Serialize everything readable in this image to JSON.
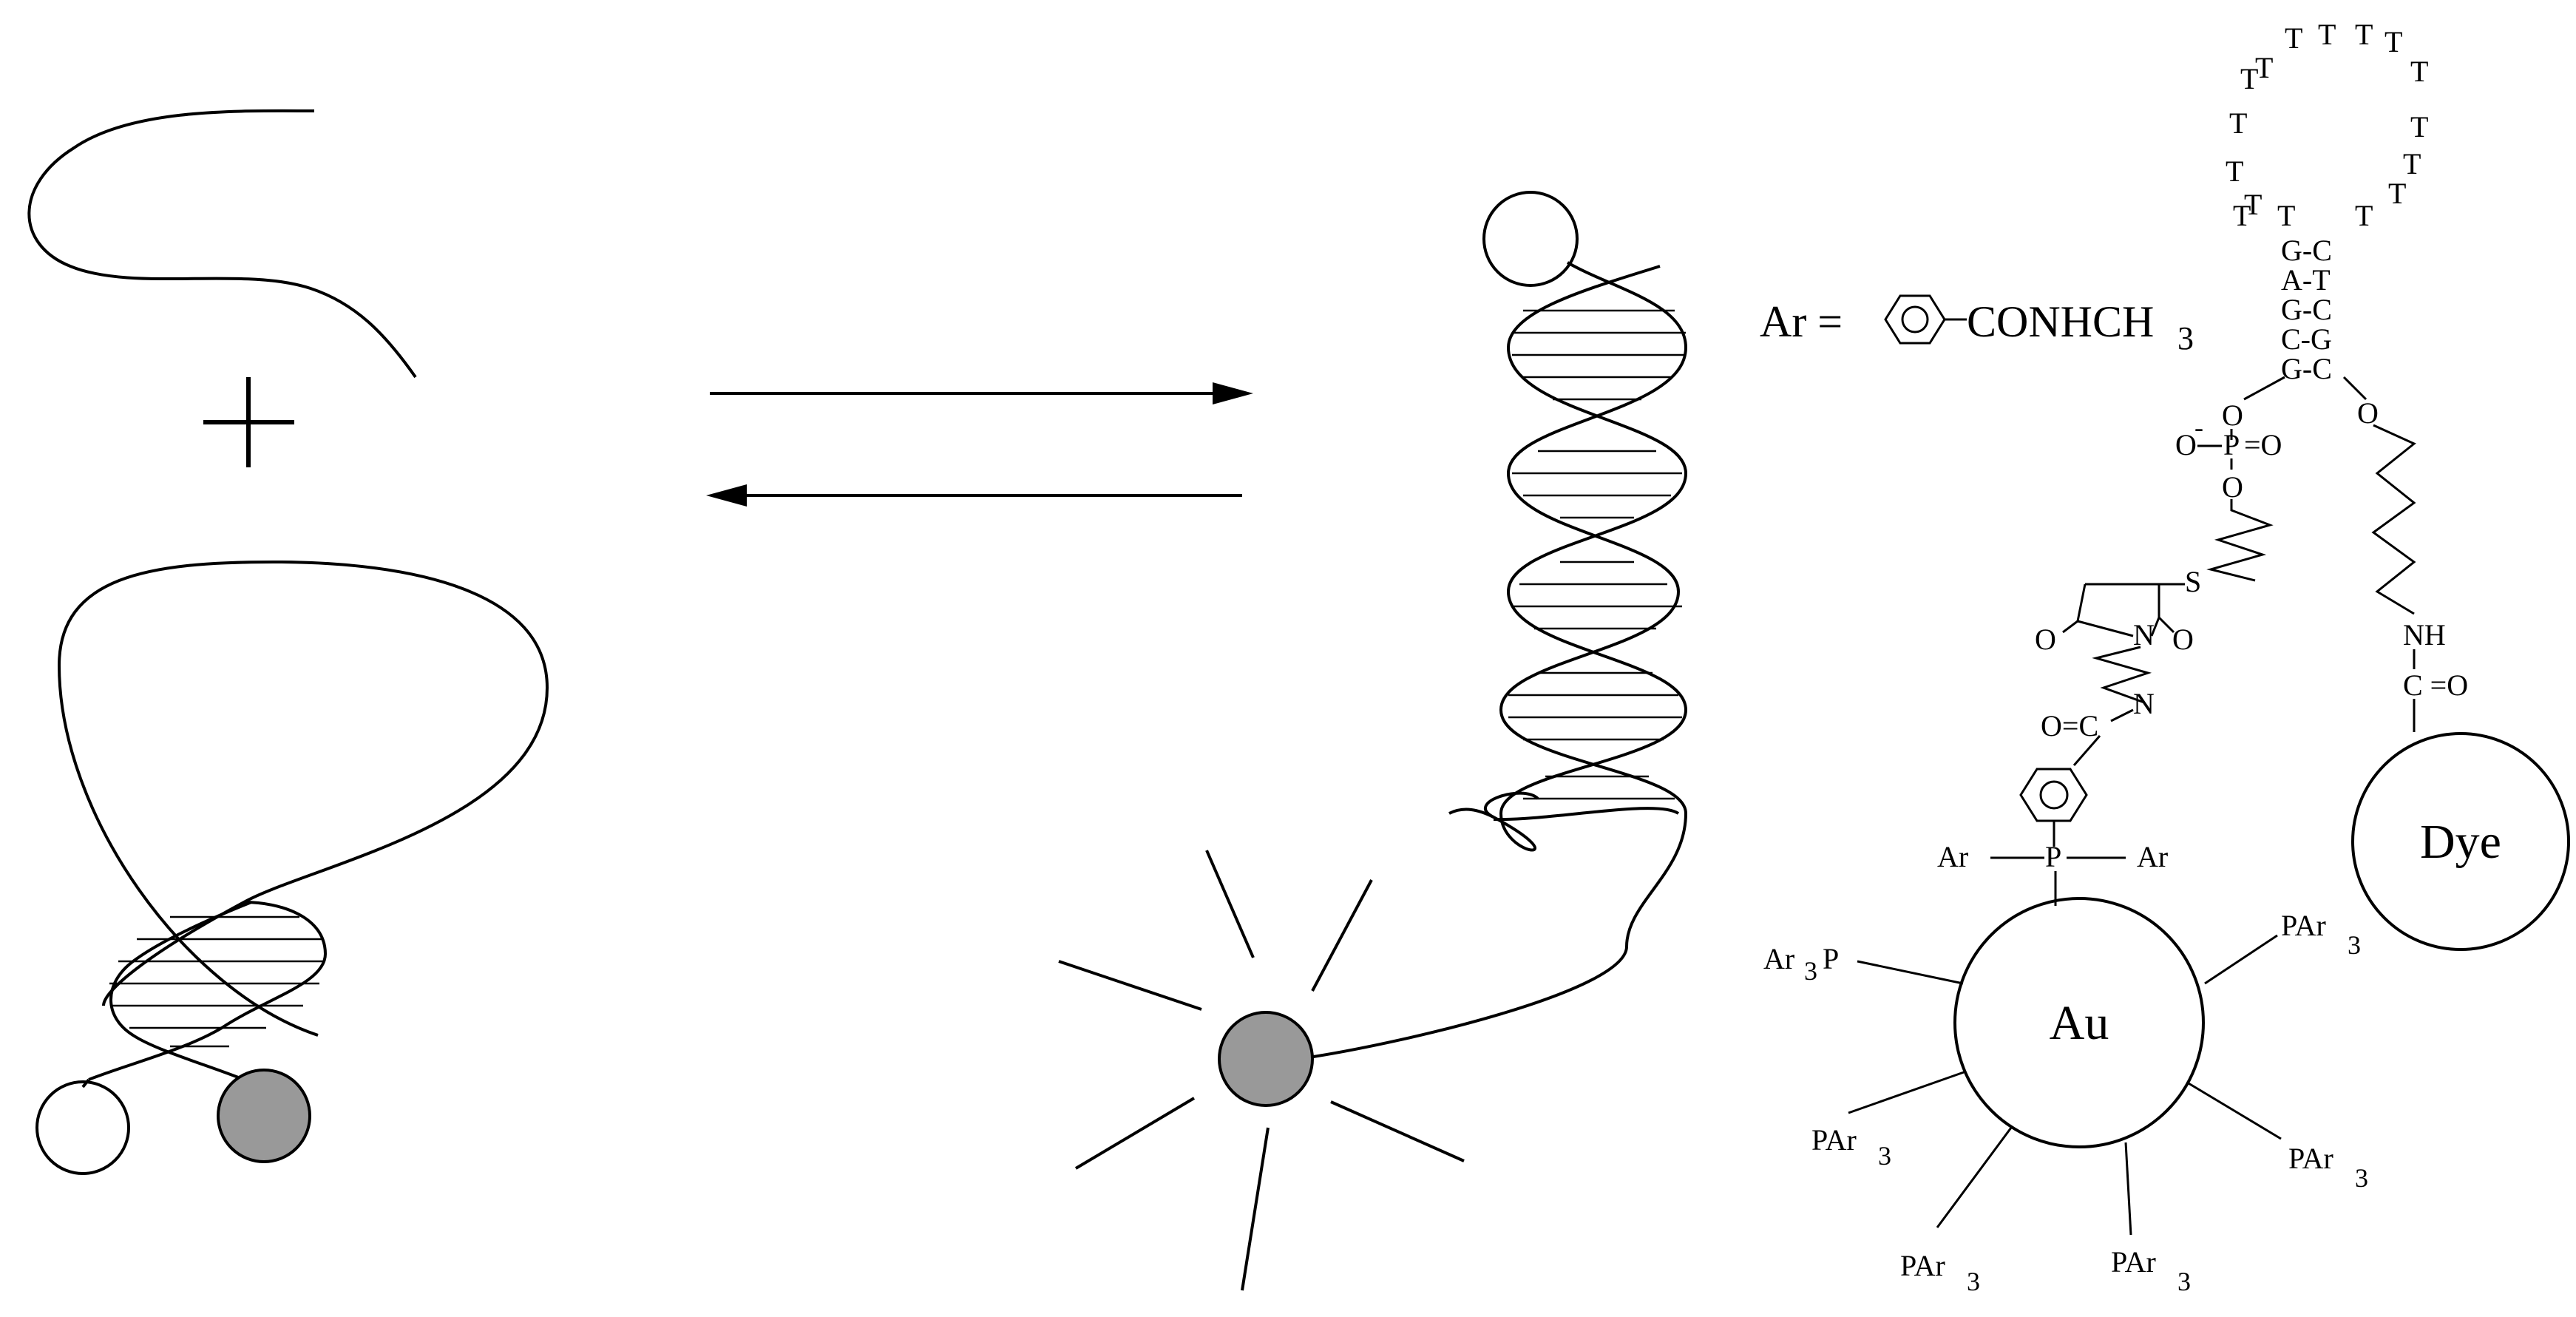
{
  "labels": {
    "ar_def_prefix": "Ar =",
    "ar_def_group": "CONHCH",
    "ar_def_sub": "3",
    "au": "Au",
    "dye": "Dye",
    "ar_left": "Ar",
    "ar_right": "Ar",
    "p_center": "P",
    "ar3p_main": "Ar",
    "ar3p_sub": "3",
    "ar3p_p": "P",
    "par3_main": "PAr",
    "par3_sub": "3",
    "nh": "NH",
    "c_eq_o": "C =O",
    "o_eq_c": "O=C",
    "n_link": "N",
    "s_link": "S",
    "o_left": "O",
    "o_right": "O",
    "n_ring": "N",
    "o_ring_left": "O",
    "o_ring_right": "O",
    "o_phos_top": "O",
    "o_phos_minus": "O",
    "o_phos_p": "P",
    "o_phos_eq": "=O",
    "o_phos_bottom": "O",
    "minus_sign": "-"
  },
  "stem_pairs": [
    "G-C",
    "A-T",
    "G-C",
    "C-G",
    "G-C"
  ],
  "loop_letters": [
    "T",
    "T",
    "T",
    "T",
    "T",
    "T",
    "T",
    "T",
    "T",
    "T",
    "T",
    "T",
    "T",
    "T",
    "T",
    "T"
  ]
}
